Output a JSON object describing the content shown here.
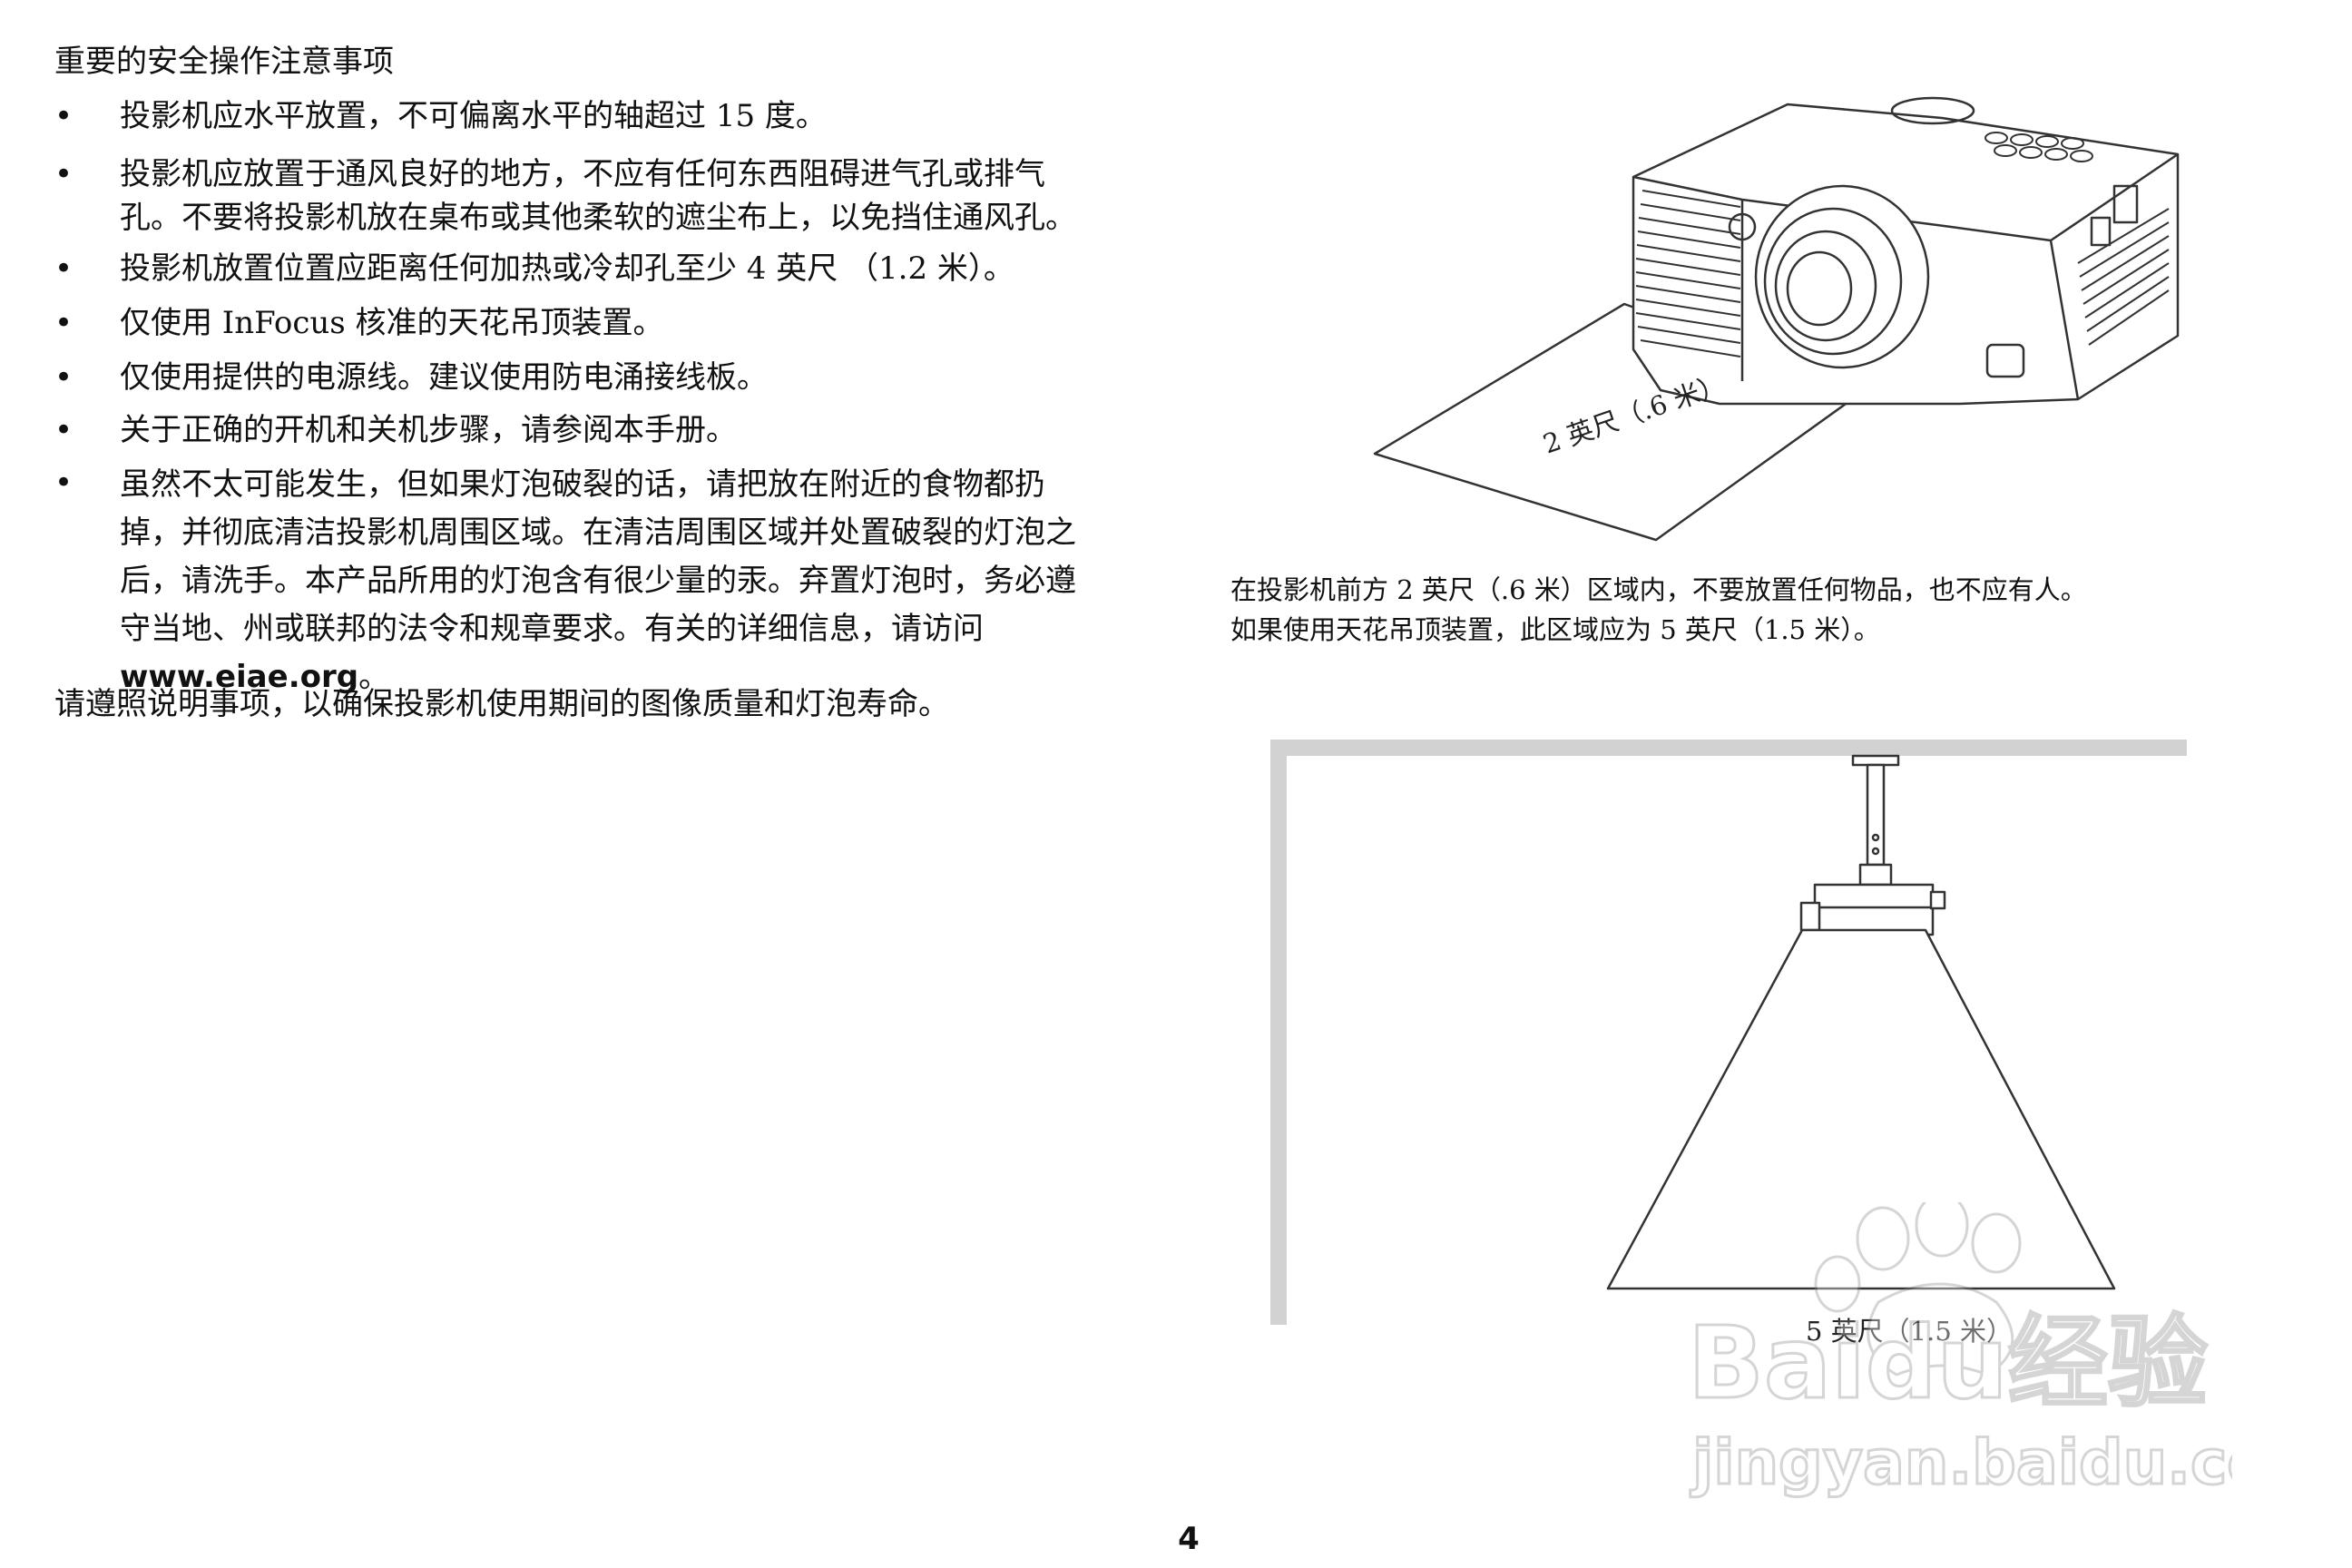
{
  "heading": "重要的安全操作注意事项",
  "bullet_marker": "•",
  "bullets": [
    {
      "lines": [
        "投影机应水平放置，不可偏离水平的轴超过 15 度。"
      ]
    },
    {
      "lines": [
        "投影机应放置于通风良好的地方，不应有任何东西阻碍进气孔或排气",
        "孔。不要将投影机放在桌布或其他柔软的遮尘布上，以免挡住通风孔。"
      ]
    },
    {
      "lines": [
        "投影机放置位置应距离任何加热或冷却孔至少 4 英尺 （1.2 米）。"
      ]
    },
    {
      "lines": [
        "仅使用 InFocus 核准的天花吊顶装置。"
      ]
    },
    {
      "lines": [
        "仅使用提供的电源线。建议使用防电涌接线板。"
      ]
    },
    {
      "lines": [
        "关于正确的开机和关机步骤，请参阅本手册。"
      ]
    },
    {
      "lines": [
        "虽然不太可能发生，但如果灯泡破裂的话，请把放在附近的食物都扔",
        "掉，并彻底清洁投影机周围区域。在清洁周围区域并处置破裂的灯泡之",
        "后，请洗手。本产品所用的灯泡含有很少量的汞。弃置灯泡时，务必遵",
        "守当地、州或联邦的法令和规章要求。有关的详细信息，请访问"
      ],
      "url": "www.eiae.org",
      "url_suffix": "。"
    }
  ],
  "footer_text": "请遵照说明事项，以确保投影机使用期间的图像质量和灯泡寿命。",
  "figure_top": {
    "dimension_label": "2 英尺（.6 米）"
  },
  "caption": {
    "lines": [
      "在投影机前方 2 英尺（.6 米）区域内，不要放置任何物品，也不应有人。",
      "如果使用天花吊顶装置，此区域应为 5 英尺（1.5 米）。"
    ]
  },
  "figure_bottom": {
    "dimension_label": "5 英尺（1.5 米）"
  },
  "page_number": "4",
  "watermark": {
    "logo_text": "Baidu经验",
    "site_text": "jingyan.baidu.com"
  },
  "colors": {
    "text": "#111111",
    "ceiling_wall": "#d2d2d2",
    "line_art": "#333333"
  }
}
